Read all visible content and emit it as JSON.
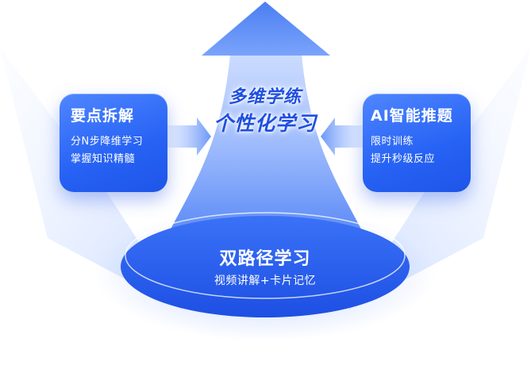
{
  "center": {
    "line1": "多维学练",
    "line2": "个性化学习"
  },
  "left_card": {
    "title": "要点拆解",
    "lines": [
      "分N步降维学习",
      "掌握知识精髓"
    ]
  },
  "right_card": {
    "title": "AI智能推题",
    "lines": [
      "限时训练",
      "提升秒级反应"
    ]
  },
  "base": {
    "title": "双路径学习",
    "subtitle": "视频讲解+卡片记忆"
  },
  "colors": {
    "primary": "#2662f4",
    "light": "#7fa6ff",
    "text_blue": "#1f4fe0"
  }
}
